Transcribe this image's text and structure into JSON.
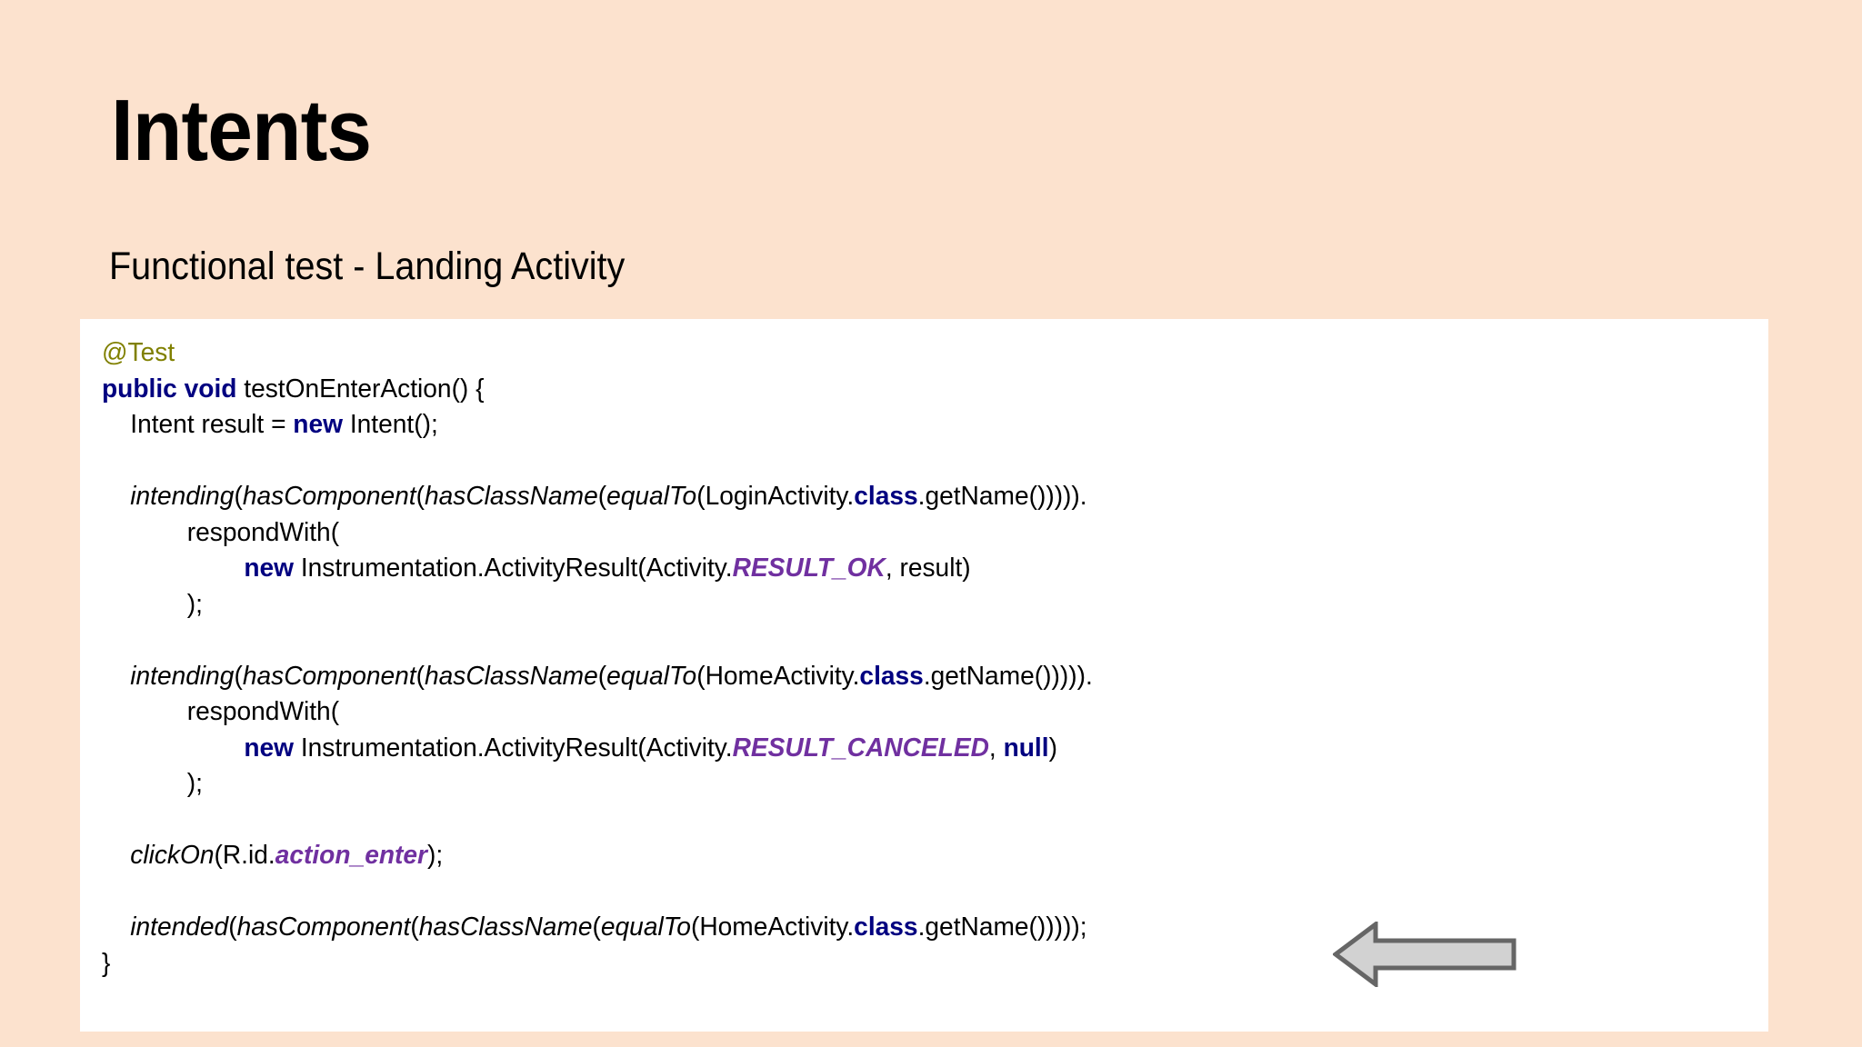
{
  "slide": {
    "title": "Intents",
    "subtitle": "Functional test - Landing Activity",
    "background_color": "#fce2ce",
    "panel_color": "#ffffff"
  },
  "colors": {
    "annotation": "#808000",
    "keyword": "#000080",
    "constant": "#7030a0",
    "text": "#000000",
    "arrow_fill": "#d2d2d2",
    "arrow_stroke": "#666666"
  },
  "code": {
    "language": "java",
    "lines": [
      {
        "id": "l1",
        "indent": 0,
        "tokens": [
          {
            "text": "@Test",
            "style": "anno"
          }
        ]
      },
      {
        "id": "l2",
        "indent": 0,
        "tokens": [
          {
            "text": "public void",
            "style": "kw"
          },
          {
            "text": " testOnEnterAction() {",
            "style": "plain"
          }
        ]
      },
      {
        "id": "l3",
        "indent": 1,
        "tokens": [
          {
            "text": "Intent result = ",
            "style": "plain"
          },
          {
            "text": "new",
            "style": "kw"
          },
          {
            "text": " Intent();",
            "style": "plain"
          }
        ]
      },
      {
        "id": "l4",
        "indent": 0,
        "tokens": []
      },
      {
        "id": "l5",
        "indent": 1,
        "tokens": [
          {
            "text": "intending",
            "style": "method"
          },
          {
            "text": "(",
            "style": "plain"
          },
          {
            "text": "hasComponent",
            "style": "method"
          },
          {
            "text": "(",
            "style": "plain"
          },
          {
            "text": "hasClassName",
            "style": "method"
          },
          {
            "text": "(",
            "style": "plain"
          },
          {
            "text": "equalTo",
            "style": "method"
          },
          {
            "text": "(LoginActivity.",
            "style": "plain"
          },
          {
            "text": "class",
            "style": "kw"
          },
          {
            "text": ".getName())))).",
            "style": "plain"
          }
        ]
      },
      {
        "id": "l6",
        "indent": 3,
        "tokens": [
          {
            "text": "respondWith(",
            "style": "plain"
          }
        ]
      },
      {
        "id": "l7",
        "indent": 5,
        "tokens": [
          {
            "text": "new",
            "style": "kw"
          },
          {
            "text": " Instrumentation.ActivityResult(Activity.",
            "style": "plain"
          },
          {
            "text": "RESULT_OK",
            "style": "const"
          },
          {
            "text": ", result)",
            "style": "plain"
          }
        ]
      },
      {
        "id": "l8",
        "indent": 3,
        "tokens": [
          {
            "text": ");",
            "style": "plain"
          }
        ]
      },
      {
        "id": "l9",
        "indent": 0,
        "tokens": []
      },
      {
        "id": "l10",
        "indent": 1,
        "tokens": [
          {
            "text": "intending",
            "style": "method"
          },
          {
            "text": "(",
            "style": "plain"
          },
          {
            "text": "hasComponent",
            "style": "method"
          },
          {
            "text": "(",
            "style": "plain"
          },
          {
            "text": "hasClassName",
            "style": "method"
          },
          {
            "text": "(",
            "style": "plain"
          },
          {
            "text": "equalTo",
            "style": "method"
          },
          {
            "text": "(HomeActivity.",
            "style": "plain"
          },
          {
            "text": "class",
            "style": "kw"
          },
          {
            "text": ".getName())))).",
            "style": "plain"
          }
        ]
      },
      {
        "id": "l11",
        "indent": 3,
        "tokens": [
          {
            "text": "respondWith(",
            "style": "plain"
          }
        ]
      },
      {
        "id": "l12",
        "indent": 5,
        "tokens": [
          {
            "text": "new",
            "style": "kw"
          },
          {
            "text": " Instrumentation.ActivityResult(Activity.",
            "style": "plain"
          },
          {
            "text": "RESULT_CANCELED",
            "style": "const"
          },
          {
            "text": ", ",
            "style": "plain"
          },
          {
            "text": "null",
            "style": "kw"
          },
          {
            "text": ")",
            "style": "plain"
          }
        ]
      },
      {
        "id": "l13",
        "indent": 3,
        "tokens": [
          {
            "text": ");",
            "style": "plain"
          }
        ]
      },
      {
        "id": "l14",
        "indent": 0,
        "tokens": []
      },
      {
        "id": "l15",
        "indent": 1,
        "tokens": [
          {
            "text": "clickOn",
            "style": "method"
          },
          {
            "text": "(R.id.",
            "style": "plain"
          },
          {
            "text": "action_enter",
            "style": "const"
          },
          {
            "text": ");",
            "style": "plain"
          }
        ]
      },
      {
        "id": "l16",
        "indent": 0,
        "tokens": []
      },
      {
        "id": "l17",
        "indent": 1,
        "tokens": [
          {
            "text": "intended",
            "style": "method"
          },
          {
            "text": "(",
            "style": "plain"
          },
          {
            "text": "hasComponent",
            "style": "method"
          },
          {
            "text": "(",
            "style": "plain"
          },
          {
            "text": "hasClassName",
            "style": "method"
          },
          {
            "text": "(",
            "style": "plain"
          },
          {
            "text": "equalTo",
            "style": "method"
          },
          {
            "text": "(HomeActivity.",
            "style": "plain"
          },
          {
            "text": "class",
            "style": "kw"
          },
          {
            "text": ".getName()))));",
            "style": "plain"
          }
        ]
      },
      {
        "id": "l18",
        "indent": 0,
        "tokens": [
          {
            "text": "}",
            "style": "plain"
          }
        ]
      }
    ]
  },
  "annotations": {
    "arrow": {
      "name": "left-arrow",
      "direction": "left",
      "target_line_id": "l17"
    }
  }
}
